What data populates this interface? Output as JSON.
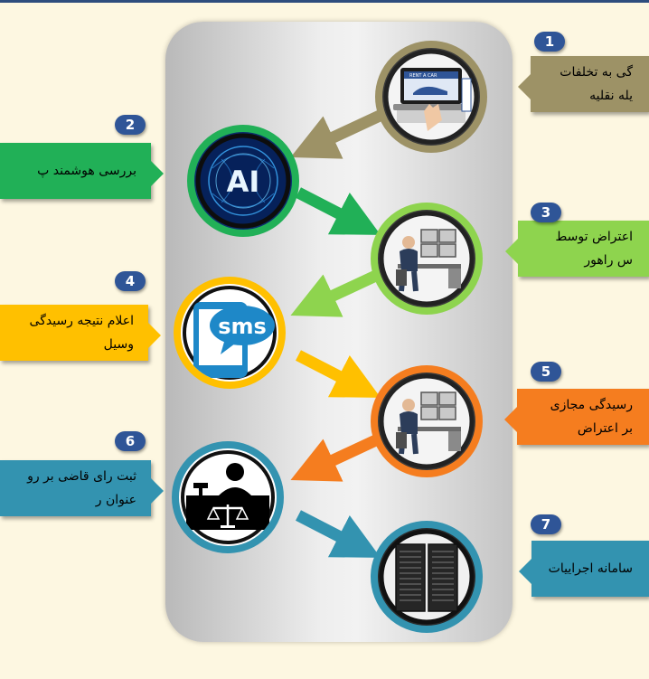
{
  "steps": [
    {
      "number": "1",
      "text": "گی به تخلفات\nیله نقلیه",
      "color": "#9d9266"
    },
    {
      "number": "2",
      "text": "بررسی هوشمند پ",
      "color": "#21b057"
    },
    {
      "number": "3",
      "text": "اعتراض توسط\nس راهور",
      "color": "#8ed44e"
    },
    {
      "number": "4",
      "text": "اعلام نتیجه رسیدگی\nوسیل",
      "color": "#ffc000"
    },
    {
      "number": "5",
      "text": "رسیدگی مجازی\nبر اعتراض",
      "color": "#f57d1f"
    },
    {
      "number": "6",
      "text": "ثبت رای قاضی بر رو\nعنوان ر",
      "color": "#3393b0"
    },
    {
      "number": "7",
      "text": "سامانه اجراییات",
      "color": "#3393b0"
    }
  ],
  "icons": {
    "ai_label": "AI",
    "sms_label": "sms",
    "rent_label": "RENT A CAR"
  }
}
